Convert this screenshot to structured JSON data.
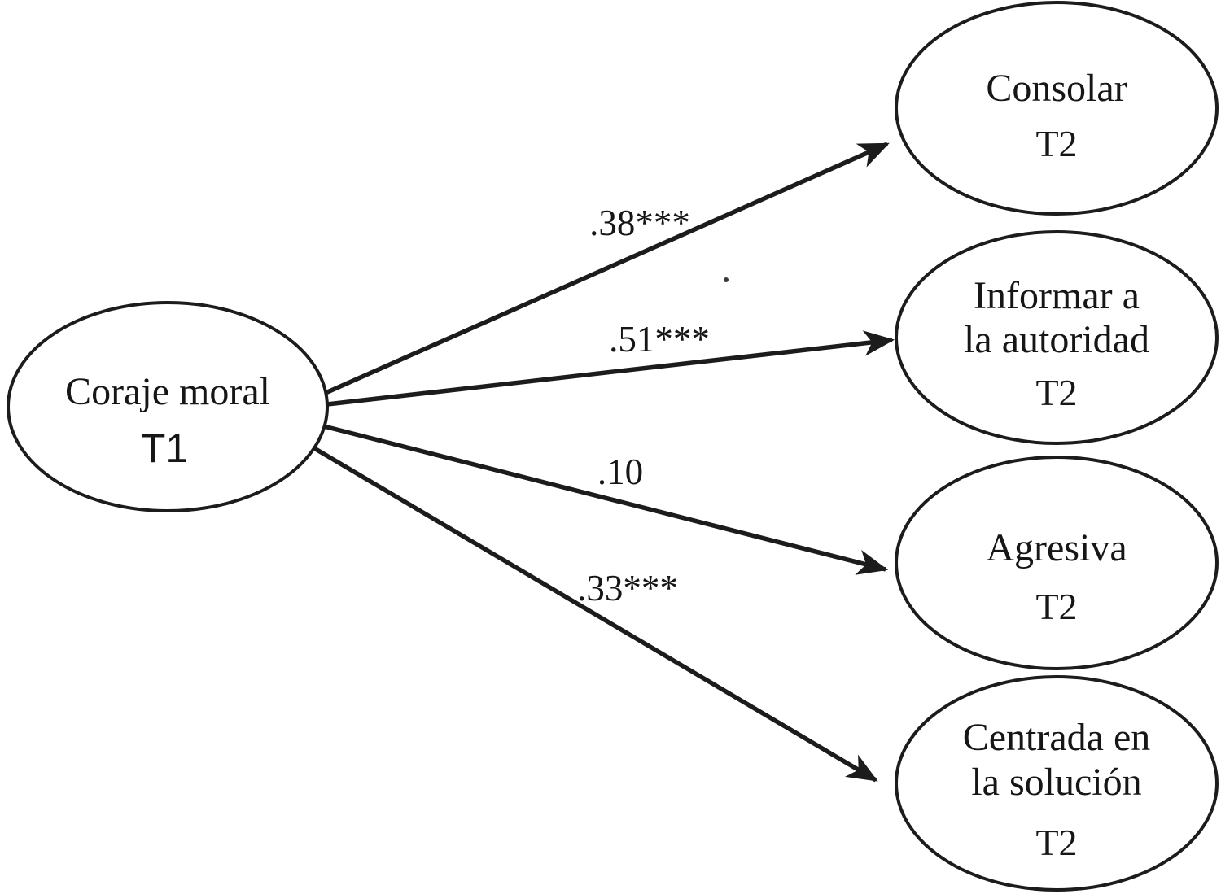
{
  "diagram": {
    "type": "path-model",
    "background_color": "#ffffff",
    "stroke_color": "#1c1c1c",
    "predictor": {
      "name": "Coraje moral",
      "time": "T1"
    },
    "outcomes": [
      {
        "lines": [
          "Consolar"
        ],
        "time": "T2",
        "coefficient": ".38***"
      },
      {
        "lines": [
          "Informar a",
          "la autoridad"
        ],
        "time": "T2",
        "coefficient": ".51***"
      },
      {
        "lines": [
          "Agresiva"
        ],
        "time": "T2",
        "coefficient": ".10"
      },
      {
        "lines": [
          "Centrada en",
          "la solución"
        ],
        "time": "T2",
        "coefficient": ".33***"
      }
    ]
  }
}
